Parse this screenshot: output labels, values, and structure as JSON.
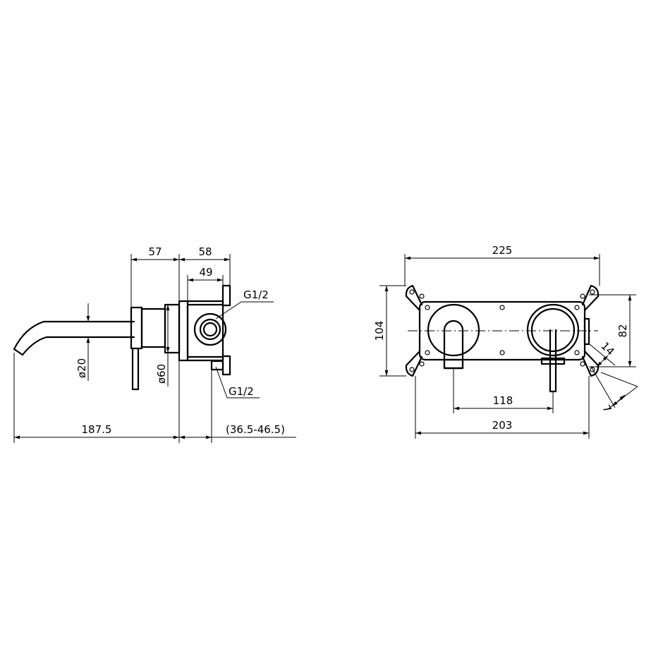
{
  "side_view": {
    "dims": {
      "d57": "57",
      "d58": "58",
      "d49": "49",
      "d187": "187.5",
      "d_range": "(36.5-46.5)",
      "phi20": "ø20",
      "phi60": "ø60"
    },
    "threads": {
      "top": "G1/2",
      "bottom": "G1/2"
    }
  },
  "front_view": {
    "dims": {
      "d225": "225",
      "d104": "104",
      "d82": "82",
      "d118": "118",
      "d203": "203",
      "d14": "14",
      "d7": "7"
    }
  }
}
